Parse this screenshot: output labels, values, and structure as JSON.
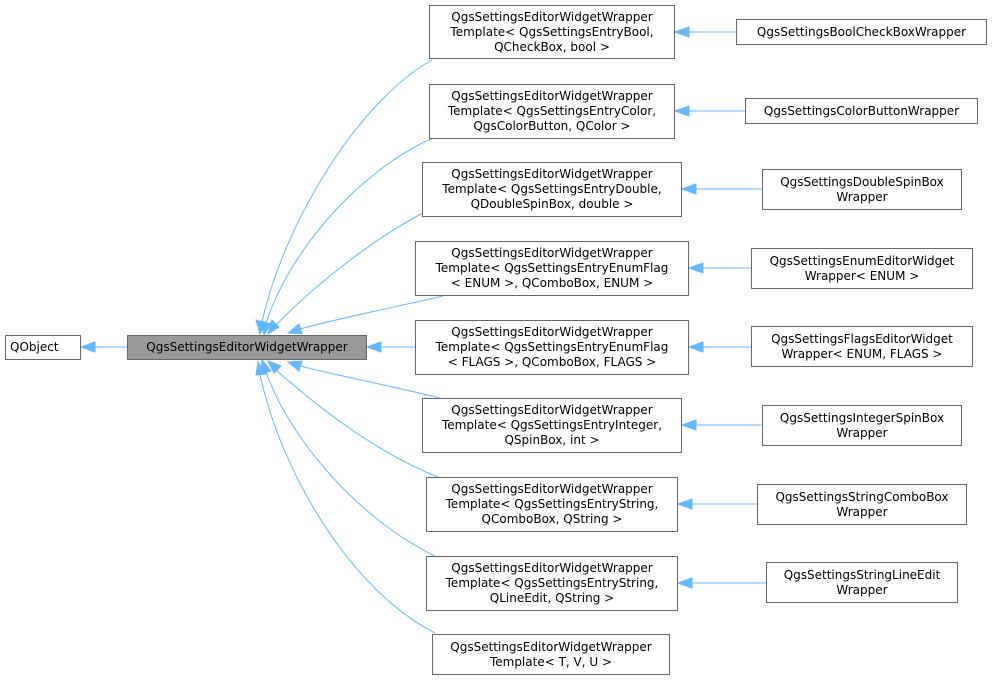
{
  "diagram": {
    "type": "inheritance-graph",
    "root": "QObject",
    "center": "QgsSettingsEditorWidgetWrapper",
    "templates": [
      "QgsSettingsEditorWidgetWrapper\nTemplate< QgsSettingsEntryBool,\nQCheckBox, bool >",
      "QgsSettingsEditorWidgetWrapper\nTemplate< QgsSettingsEntryColor,\nQgsColorButton, QColor >",
      "QgsSettingsEditorWidgetWrapper\nTemplate< QgsSettingsEntryDouble,\nQDoubleSpinBox, double >",
      "QgsSettingsEditorWidgetWrapper\nTemplate< QgsSettingsEntryEnumFlag\n< ENUM >, QComboBox, ENUM >",
      "QgsSettingsEditorWidgetWrapper\nTemplate< QgsSettingsEntryEnumFlag\n< FLAGS >, QComboBox, FLAGS >",
      "QgsSettingsEditorWidgetWrapper\nTemplate< QgsSettingsEntryInteger,\nQSpinBox, int >",
      "QgsSettingsEditorWidgetWrapper\nTemplate< QgsSettingsEntryString,\nQComboBox, QString >",
      "QgsSettingsEditorWidgetWrapper\nTemplate< QgsSettingsEntryString,\nQLineEdit, QString >",
      "QgsSettingsEditorWidgetWrapper\nTemplate< T, V, U >"
    ],
    "leaves": [
      "QgsSettingsBoolCheckBoxWrapper",
      "QgsSettingsColorButtonWrapper",
      "QgsSettingsDoubleSpinBox\nWrapper",
      "QgsSettingsEnumEditorWidget\nWrapper< ENUM >",
      "QgsSettingsFlagsEditorWidget\nWrapper< ENUM, FLAGS >",
      "QgsSettingsIntegerSpinBox\nWrapper",
      "QgsSettingsStringComboBox\nWrapper",
      "QgsSettingsStringLineEdit\nWrapper"
    ],
    "colors": {
      "edge": "#63b8ff",
      "center_fill": "#999999",
      "border": "#666666"
    }
  }
}
